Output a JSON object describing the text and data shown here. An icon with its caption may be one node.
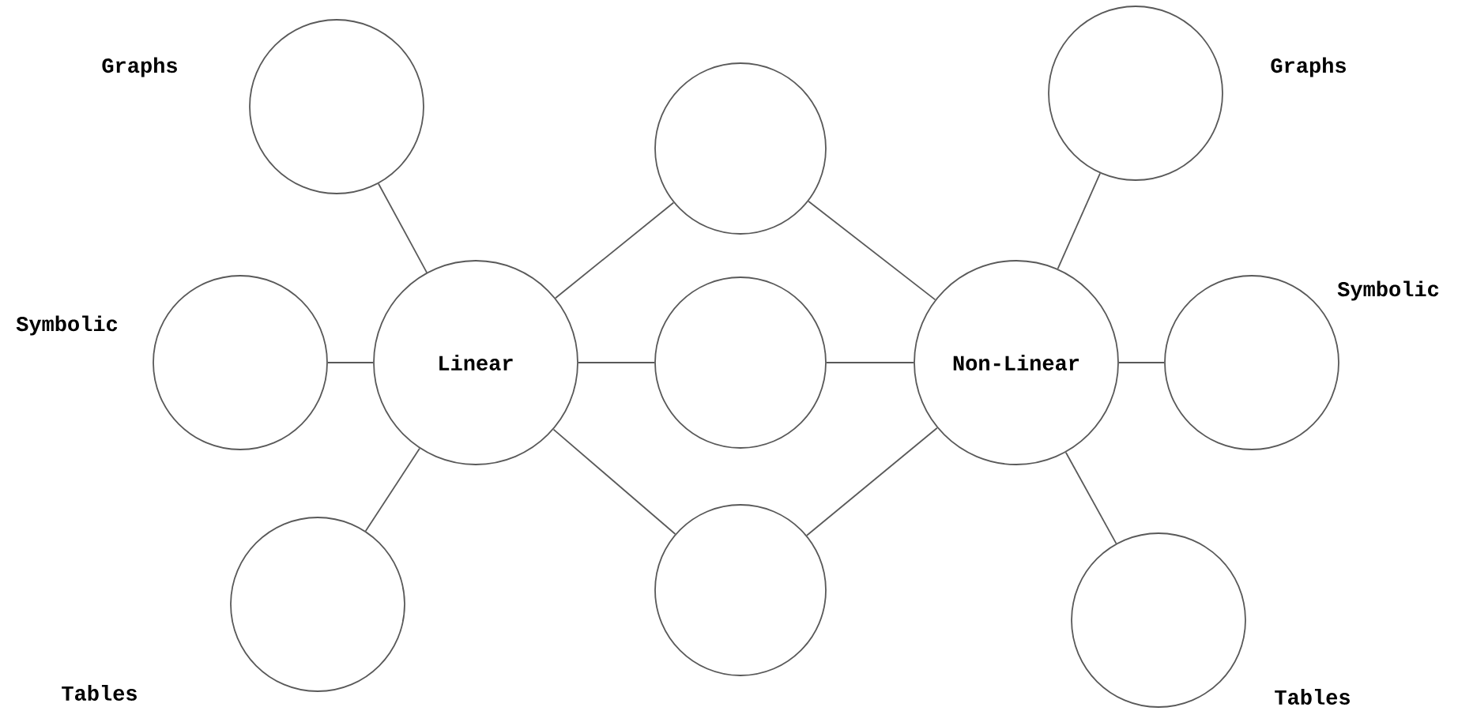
{
  "diagram": {
    "nodes": [
      {
        "text": [
          "Linear"
        ]
      },
      {
        "text": [
          "Non-Linear"
        ]
      },
      {
        "text": [],
        "shape": "circle"
      },
      {
        "text": [],
        "shape": "circle"
      },
      {
        "text": [],
        "shape": "circle"
      },
      {
        "text": [],
        "shape": "circle"
      },
      {
        "text": [],
        "shape": "circle"
      },
      {
        "text": [],
        "shape": "circle"
      },
      {
        "text": [],
        "shape": "circle"
      },
      {
        "text": [],
        "shape": "circle"
      },
      {
        "text": [],
        "shape": "circle"
      }
    ],
    "edges": [
      {
        "from": 0,
        "to": 2,
        "arrow": "none"
      },
      {
        "from": 0,
        "to": 3,
        "arrow": "none"
      },
      {
        "from": 0,
        "to": 4,
        "arrow": "none"
      },
      {
        "from": 0,
        "to": 5,
        "arrow": "none"
      },
      {
        "from": 0,
        "to": 6,
        "arrow": "none"
      },
      {
        "from": 0,
        "to": 7,
        "arrow": "none"
      },
      {
        "from": 5,
        "to": 1,
        "arrow": "none"
      },
      {
        "from": 6,
        "to": 1,
        "arrow": "none"
      },
      {
        "from": 7,
        "to": 1,
        "arrow": "none"
      },
      {
        "from": 1,
        "to": 8,
        "arrow": "none"
      },
      {
        "from": 1,
        "to": 9,
        "arrow": "none"
      },
      {
        "from": 1,
        "to": 10,
        "arrow": "none"
      }
    ],
    "labels": [
      "Graphs",
      "Graphs",
      "Symbolic",
      "Symbolic",
      "Tables",
      "Tables"
    ]
  }
}
